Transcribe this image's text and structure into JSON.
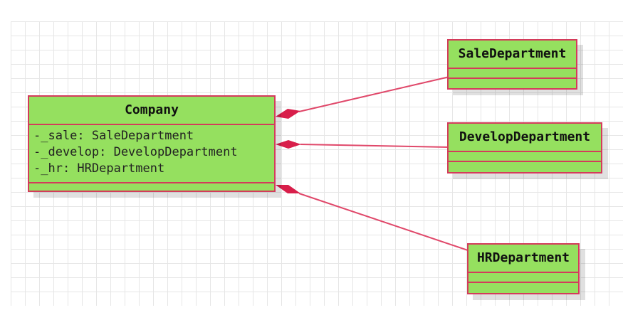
{
  "diagram": {
    "colors": {
      "fill": "#95e05f",
      "stroke": "#d43b5b",
      "link": "#e0486a",
      "grid": "#e6e6e6"
    },
    "classes": [
      {
        "name": "Company",
        "attributes": [
          "-_sale: SaleDepartment",
          "-_develop: DevelopDepartment",
          "-_hr: HRDepartment"
        ]
      },
      {
        "name": "SaleDepartment",
        "attributes": []
      },
      {
        "name": "DevelopDepartment",
        "attributes": []
      },
      {
        "name": "HRDepartment",
        "attributes": []
      }
    ],
    "relations": [
      {
        "from": "Company",
        "to": "SaleDepartment",
        "type": "composition"
      },
      {
        "from": "Company",
        "to": "DevelopDepartment",
        "type": "composition"
      },
      {
        "from": "Company",
        "to": "HRDepartment",
        "type": "composition"
      }
    ]
  }
}
